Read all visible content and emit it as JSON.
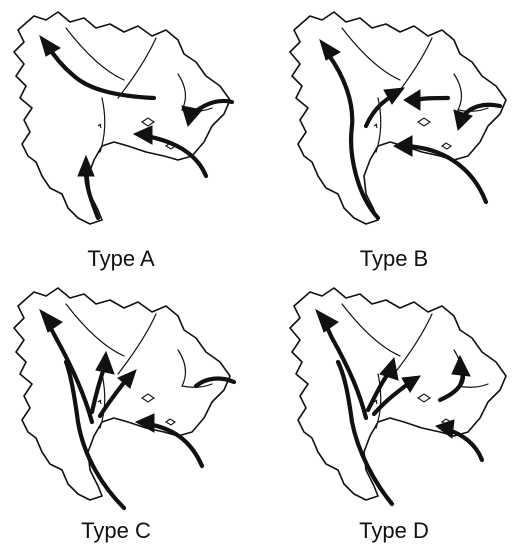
{
  "panels": [
    {
      "id": "a",
      "label": "Type A"
    },
    {
      "id": "b",
      "label": "Type B"
    },
    {
      "id": "c",
      "label": "Type C"
    },
    {
      "id": "d",
      "label": "Type D"
    }
  ],
  "colors": {
    "ink": "#111111",
    "background": "#ffffff"
  }
}
